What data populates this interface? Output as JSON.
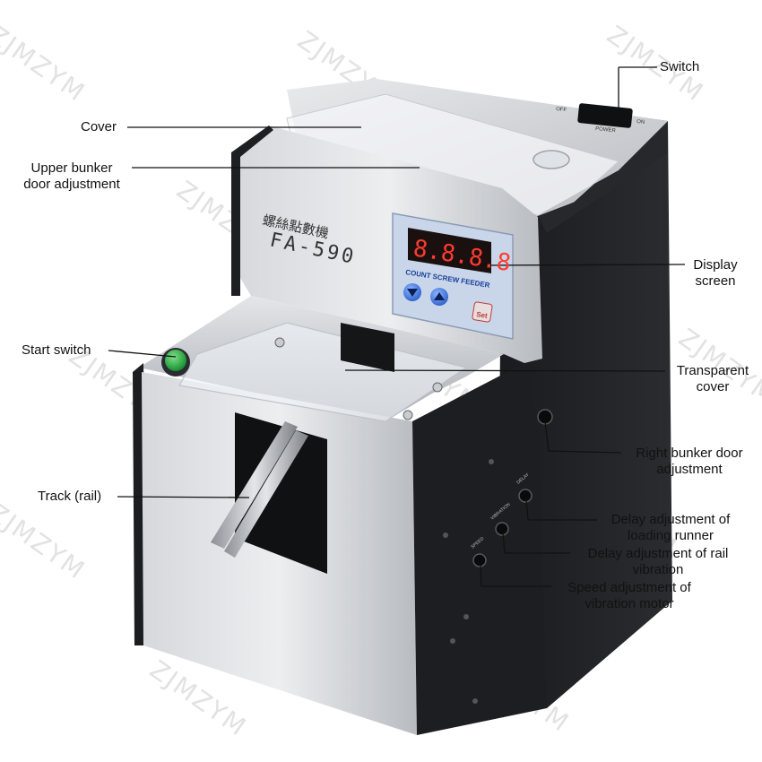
{
  "watermark": "ZJMZYM",
  "machine": {
    "chinese_title": "螺絲點數機",
    "model": "FA-590",
    "display_digits": "8.8.8.8",
    "panel_caption": "COUNT SCREW FEEDER",
    "set_button": "Set",
    "switch_off": "OFF",
    "switch_power": "POWER",
    "switch_on": "ON",
    "knob_speed": "SPEED",
    "knob_vibration": "VIBRATION",
    "knob_delay": "DELAY"
  },
  "labels": {
    "switch": "Switch",
    "cover": "Cover",
    "upper_bunker_1": "Upper bunker",
    "upper_bunker_2": "door adjustment",
    "display_1": "Display",
    "display_2": "screen",
    "start_switch": "Start switch",
    "transparent_1": "Transparent",
    "transparent_2": "cover",
    "right_bunker_1": "Right bunker door",
    "right_bunker_2": "adjustment",
    "track": "Track (rail)",
    "delay_runner_1": "Delay adjustment of",
    "delay_runner_2": "loading runner",
    "delay_rail_1": "Delay adjustment of rail",
    "delay_rail_2": "vibration",
    "speed_motor_1": "Speed adjustment of",
    "speed_motor_2": "vibration motor"
  }
}
